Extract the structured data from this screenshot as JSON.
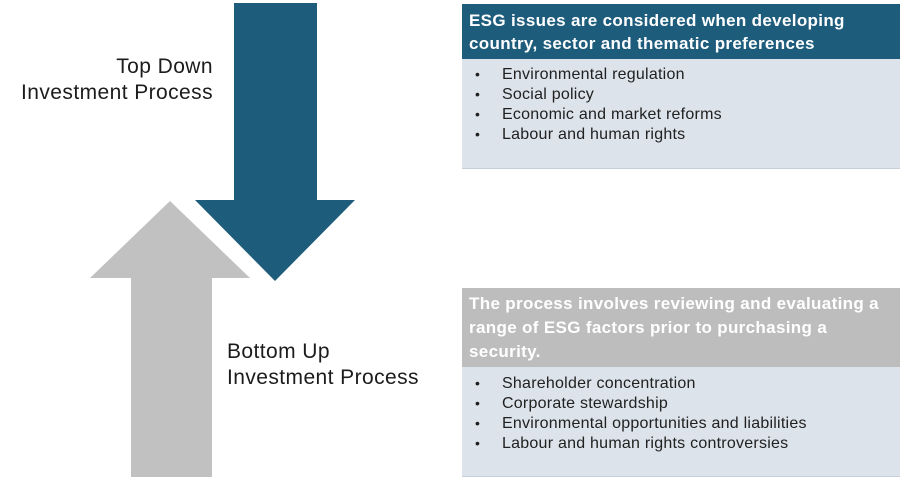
{
  "diagram": {
    "top_down": {
      "label_line1": "Top Down",
      "label_line2": "Investment Process",
      "arrow_color": "#1E5C7C"
    },
    "bottom_up": {
      "label_line1": "Bottom Up",
      "label_line2": "Investment Process",
      "arrow_color": "#C1C1C1"
    },
    "bullet_glyph": "•",
    "boxes": [
      {
        "header": "ESG issues are considered when developing country, sector and thematic preferences",
        "header_bg": "#1E5C7C",
        "header_text_color": "#FFFFFF",
        "body_bg": "#DCE3EA",
        "items": [
          "Environmental regulation",
          "Social policy",
          "Economic and market reforms",
          "Labour and human rights"
        ]
      },
      {
        "header": "The process involves reviewing and evaluating a range of ESG factors prior to purchasing a security.",
        "header_bg": "#BDBDBD",
        "header_text_color": "#FFFFFF",
        "body_bg": "#DCE3EA",
        "items": [
          "Shareholder concentration",
          "Corporate stewardship",
          "Environmental opportunities and liabilities",
          "Labour and human rights controversies"
        ]
      }
    ]
  }
}
